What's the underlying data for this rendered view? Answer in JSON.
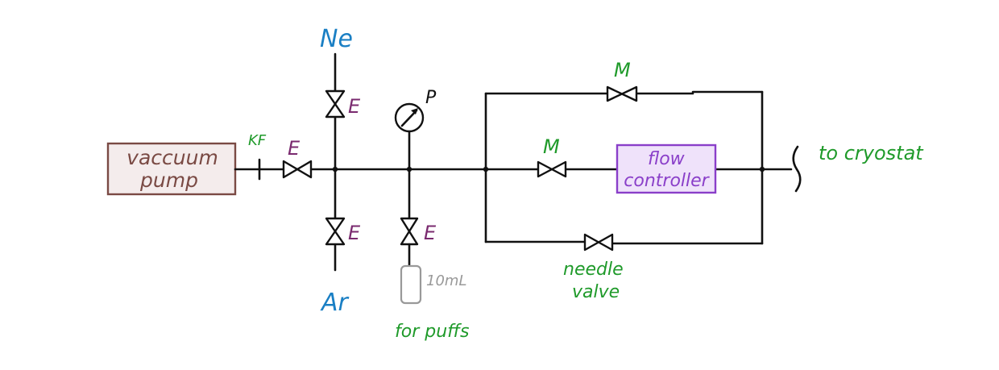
{
  "colors": {
    "line": "#111111",
    "gas": "#1a7fc4",
    "valve_e": "#7a2a6f",
    "green": "#1f9a2a",
    "pump": "#7a4a44",
    "pump_fill": "#f4ecec",
    "controller": "#8a3fc9",
    "controller_fill": "#efe2fa",
    "bottle": "#999999"
  },
  "labels": {
    "pump_line1": "vaccuum",
    "pump_line2": "pump",
    "kf": "KF",
    "ne": "Ne",
    "ar": "Ar",
    "valve_e": "E",
    "valve_m": "M",
    "pressure": "P",
    "bottle": "10mL",
    "for_puffs": "for puffs",
    "controller_line1": "flow",
    "controller_line2": "controller",
    "needle_line1": "needle",
    "needle_line2": "valve",
    "to_cryostat": "to cryostat"
  },
  "icons": {
    "valve": "bowtie-valve-icon",
    "gauge": "pressure-gauge-icon",
    "bottle": "bottle-icon"
  }
}
